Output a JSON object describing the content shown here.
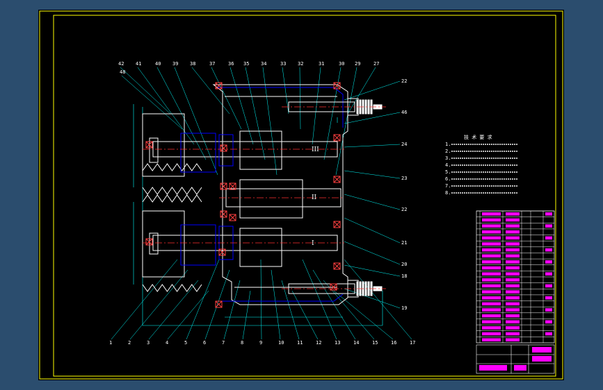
{
  "colors": {
    "background": "#2b4d6e",
    "sheet": "#000000",
    "frame": "#ffff00",
    "leader": "#00ffff",
    "part": "#ffffff",
    "section": "#0000ff",
    "centerline": "#ff3030",
    "table_fill": "#ff00ff",
    "bearing": "#ff4040"
  },
  "top_labels": [
    "42",
    "48",
    "41",
    "40",
    "39",
    "38",
    "37",
    "36",
    "35",
    "34",
    "33",
    "32",
    "31",
    "30",
    "29",
    "27"
  ],
  "bottom_labels": [
    "1",
    "2",
    "3",
    "4",
    "5",
    "6",
    "7",
    "8",
    "9",
    "10",
    "11",
    "12",
    "13",
    "14",
    "15",
    "16",
    "17"
  ],
  "right_labels": [
    "22",
    "46",
    "24",
    "23",
    "22",
    "21",
    "20",
    "18",
    "19"
  ],
  "shaft_labels": [
    "III",
    "II",
    "I"
  ],
  "notes_title": "技 术 要 求",
  "notes_lines": [
    "1.",
    "2.",
    "3.",
    "4.",
    "5.",
    "6.",
    "7.",
    "8."
  ],
  "table": {
    "rows": 22,
    "columns": 5
  }
}
